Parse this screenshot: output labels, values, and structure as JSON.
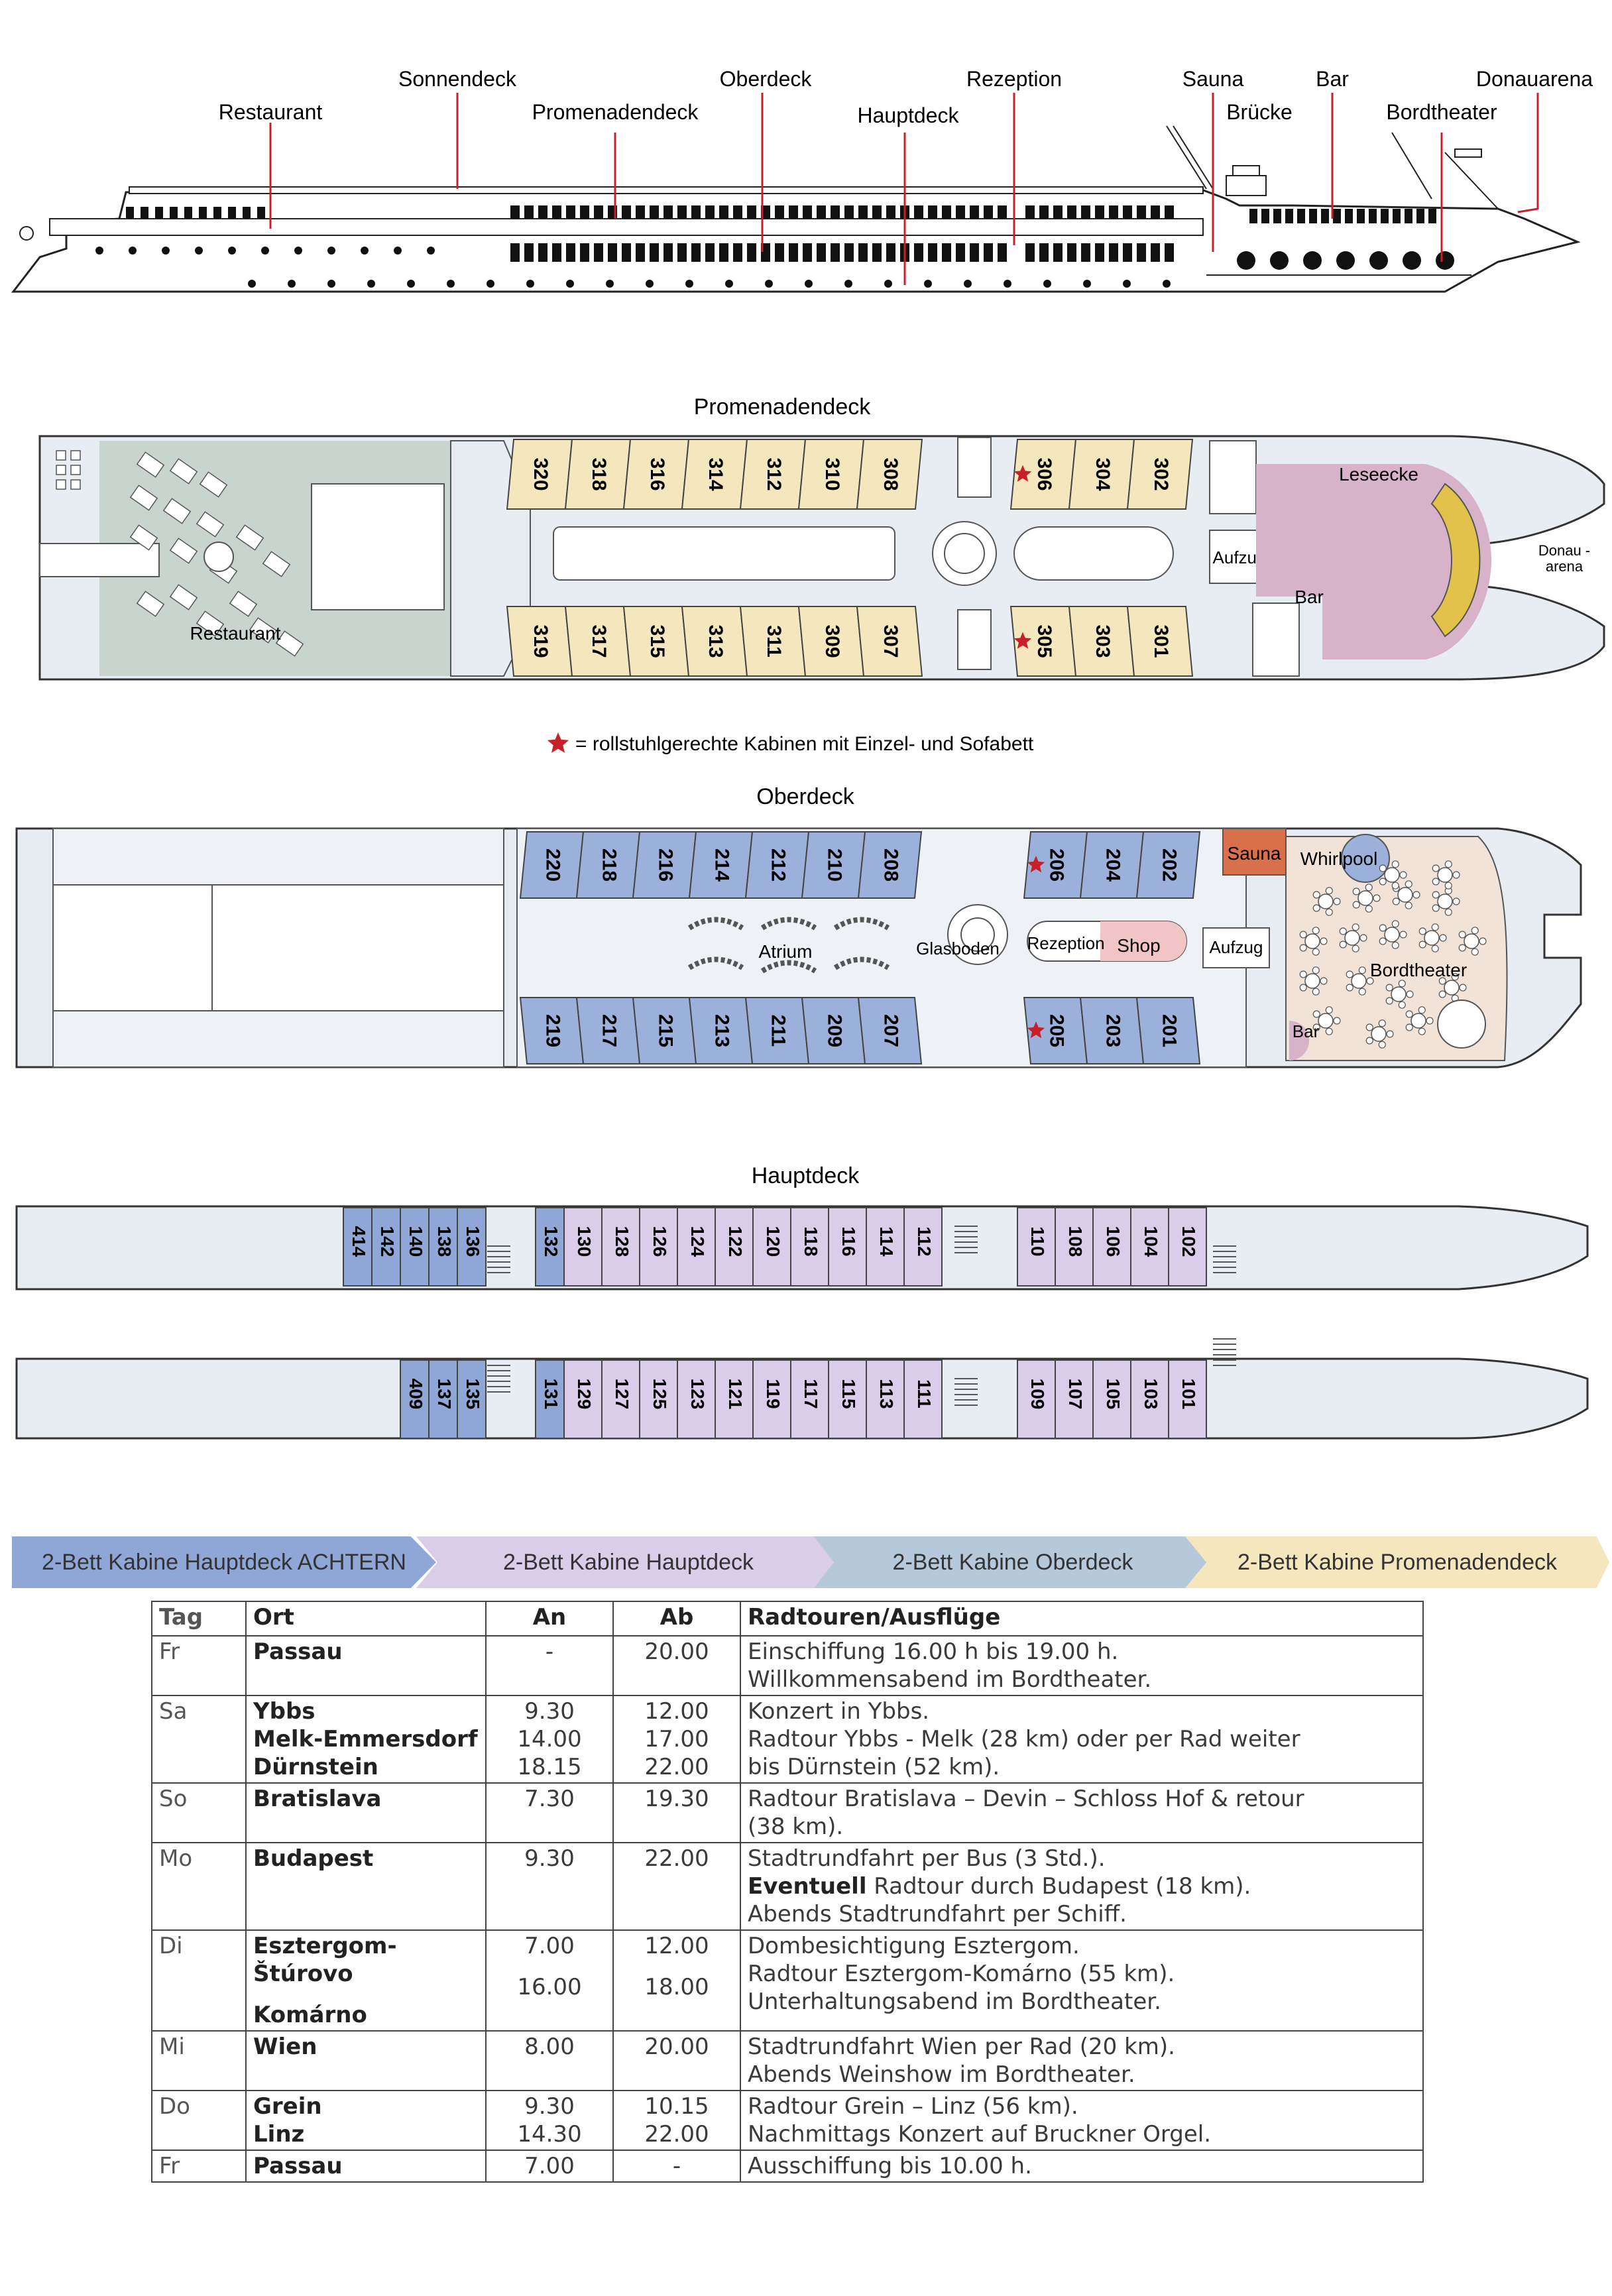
{
  "side_view": {
    "labels": [
      "Sonnendeck",
      "Oberdeck",
      "Rezeption",
      "Sauna",
      "Bar",
      "Donauarena",
      "Restaurant",
      "Promenadendeck",
      "Hauptdeck",
      "Brücke",
      "Bordtheater"
    ]
  },
  "promenadendeck": {
    "title": "Promenadendeck",
    "cabins_top": [
      "320",
      "318",
      "316",
      "314",
      "312",
      "310",
      "308",
      "306",
      "304",
      "302"
    ],
    "cabins_bottom": [
      "319",
      "317",
      "315",
      "313",
      "311",
      "309",
      "307",
      "305",
      "303",
      "301"
    ],
    "labels": {
      "restaurant": "Restaurant",
      "aufzug": "Aufzug",
      "bar": "Bar",
      "leseecke": "Leseecke",
      "donauarena": "Donau-\narena"
    }
  },
  "wheelchair_note": "= rollstuhlgerechte  Kabinen mit Einzel- und Sofabett",
  "oberdeck": {
    "title": "Oberdeck",
    "cabins_top": [
      "220",
      "218",
      "216",
      "214",
      "212",
      "210",
      "208",
      "206",
      "204",
      "202"
    ],
    "cabins_bottom": [
      "219",
      "217",
      "215",
      "213",
      "211",
      "209",
      "207",
      "205",
      "203",
      "201"
    ],
    "labels": {
      "atrium": "Atrium",
      "glasboden": "Glasboden",
      "rezeption": "Rezeption",
      "shop": "Shop",
      "aufzug": "Aufzug",
      "sauna": "Sauna",
      "whirlpool": "Whirlpool",
      "bordtheater": "Bordtheater",
      "bar": "Bar"
    }
  },
  "hauptdeck": {
    "title": "Hauptdeck",
    "achtern_top": [
      "414",
      "142",
      "140",
      "138",
      "136"
    ],
    "cabins_top_a": [
      "132"
    ],
    "cabins_top_b": [
      "130",
      "128",
      "126",
      "124",
      "122",
      "120",
      "118",
      "116",
      "114",
      "112"
    ],
    "cabins_top_c": [
      "110",
      "108",
      "106",
      "104",
      "102"
    ],
    "achtern_bottom": [
      "409",
      "137",
      "135"
    ],
    "cabins_bottom_a": [
      "131"
    ],
    "cabins_bottom_b": [
      "129",
      "127",
      "125",
      "123",
      "121",
      "119",
      "117",
      "115",
      "113",
      "111"
    ],
    "cabins_bottom_c": [
      "109",
      "107",
      "105",
      "103",
      "101"
    ]
  },
  "colors": {
    "achtern": "#8fa7d6",
    "hauptdeck": "#d9cde9",
    "oberdeck": "#9bb0da",
    "promenadendeck": "#f4e7bd",
    "hull": "#e8edf3",
    "sauna": "#d9704c",
    "theater": "#f2e3d8",
    "bar_area": "#d8b2c8",
    "star": "#c8202a"
  },
  "legend": {
    "achtern": "2-Bett Kabine Hauptdeck ACHTERN",
    "hauptdeck": "2-Bett Kabine Hauptdeck",
    "oberdeck": "2-Bett Kabine Oberdeck",
    "promenadendeck": "2-Bett Kabine Promenadendeck"
  },
  "schedule": {
    "headers": {
      "tag": "Tag",
      "ort": "Ort",
      "an": "An",
      "ab": "Ab",
      "info": "Radtouren/Ausflüge"
    },
    "rows": [
      {
        "tag": "Fr",
        "places": [
          "Passau"
        ],
        "an": [
          "-"
        ],
        "ab": [
          "20.00"
        ],
        "info": [
          "Einschiffung 16.00 h bis 19.00 h.",
          "Willkommensabend im Bordtheater."
        ]
      },
      {
        "tag": "Sa",
        "places": [
          "Ybbs",
          "Melk-Emmersdorf",
          "Dürnstein"
        ],
        "an": [
          "9.30",
          "14.00",
          "18.15"
        ],
        "ab": [
          "12.00",
          "17.00",
          "22.00"
        ],
        "info": [
          "Konzert in Ybbs.",
          "Radtour Ybbs - Melk (28 km) oder per Rad weiter",
          "bis Dürnstein (52 km)."
        ]
      },
      {
        "tag": "So",
        "places": [
          "Bratislava"
        ],
        "an": [
          "7.30"
        ],
        "ab": [
          "19.30"
        ],
        "info": [
          "Radtour Bratislava – Devin – Schloss Hof & retour",
          "(38 km)."
        ]
      },
      {
        "tag": "Mo",
        "places": [
          "Budapest"
        ],
        "an": [
          "9.30"
        ],
        "ab": [
          "22.00"
        ],
        "info_bold": "Eventuell",
        "info": [
          "Stadtrundfahrt per Bus (3 Std.).",
          "Radtour durch Budapest (18 km).",
          "Abends Stadtrundfahrt per Schiff."
        ]
      },
      {
        "tag": "Di",
        "places": [
          "Esztergom-Štúrovo",
          "Komárno"
        ],
        "an": [
          "7.00",
          "16.00"
        ],
        "ab": [
          "12.00",
          "18.00"
        ],
        "info": [
          "Dombesichtigung Esztergom.",
          "Radtour Esztergom-Komárno (55 km).",
          "Unterhaltungsabend im Bordtheater."
        ]
      },
      {
        "tag": "Mi",
        "places": [
          "Wien"
        ],
        "an": [
          "8.00"
        ],
        "ab": [
          "20.00"
        ],
        "info": [
          "Stadtrundfahrt Wien per Rad (20 km).",
          "Abends Weinshow im Bordtheater."
        ]
      },
      {
        "tag": "Do",
        "places": [
          "Grein",
          "Linz"
        ],
        "an": [
          "9.30",
          "14.30"
        ],
        "ab": [
          "10.15",
          "22.00"
        ],
        "info": [
          "Radtour Grein – Linz (56 km).",
          "Nachmittags Konzert auf Bruckner Orgel."
        ]
      },
      {
        "tag": "Fr",
        "places": [
          "Passau"
        ],
        "an": [
          "7.00"
        ],
        "ab": [
          "-"
        ],
        "info": [
          "Ausschiffung bis 10.00 h."
        ]
      }
    ]
  }
}
